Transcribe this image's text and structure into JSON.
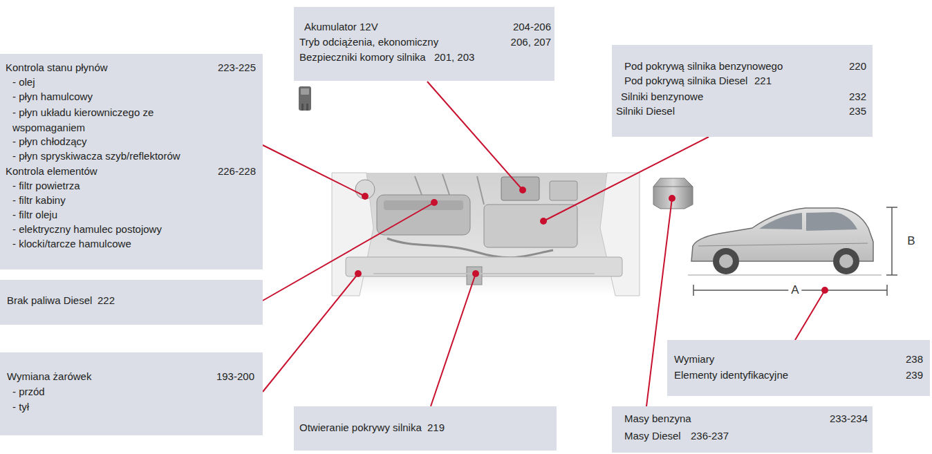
{
  "diagram": {
    "nodes": [
      {
        "text": [
          "Kontrola stanu płynów",
          "223-225",
          "- olej",
          "- płyn hamulcowy",
          "- płyn układu kierowniczego ze wspomaganiem",
          "- płyn chłodzący",
          "- płyn spryskiwacza szyb/reflektorów",
          "Kontrola elementów",
          "226-228",
          "- filtr powietrza",
          "- filtr kabiny",
          "- filtr oleju",
          "- elektryczny hamulec postojowy",
          "- klocki/tarcze hamulcowe"
        ]
      },
      {
        "text": [
          "Akumulator 12V",
          "204-206",
          "Tryb odciążenia, ekonomiczny",
          "206, 207",
          "Bezpieczniki komory silnika",
          "201, 203"
        ]
      },
      {
        "text": [
          "Pod pokrywą silnika benzynowego",
          "220",
          "Pod pokrywą silnika Diesel",
          "221",
          "Silniki benzynowe",
          "232",
          "Silniki Diesel",
          "235"
        ]
      },
      {
        "text": [
          "Brak paliwa Diesel",
          "222"
        ]
      },
      {
        "text": [
          "Wymiana żarówek",
          "193-200",
          "- przód",
          "- tył"
        ]
      },
      {
        "text": [
          "Otwieranie pokrywy silnika",
          "219"
        ]
      },
      {
        "text": [
          "Wymiary",
          "238",
          "Elementy identyfikacyjne",
          "239"
        ]
      },
      {
        "text": [
          "Masy benzyna",
          "233-234",
          "Masy Diesel",
          "236-237"
        ]
      }
    ],
    "labels": [
      "B",
      "A"
    ]
  }
}
